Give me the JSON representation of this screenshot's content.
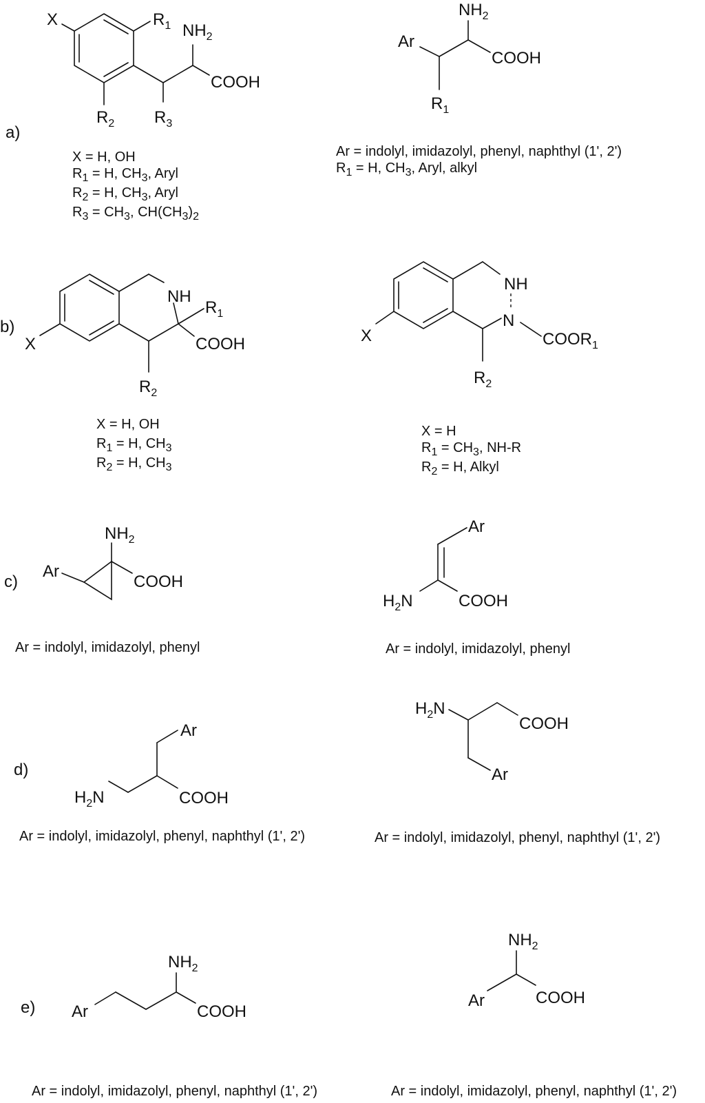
{
  "panel_labels": [
    "a)",
    "b)",
    "c)",
    "d)",
    "e)"
  ],
  "groups": {
    "x": "X",
    "r": "R",
    "nh": "NH",
    "n": "N",
    "h": "H",
    "ar": "Ar",
    "cooh": "COOH",
    "coor": "COOR",
    "sub1": "1",
    "sub2": "2",
    "sub3": "3"
  },
  "captions": {
    "a1_line1": "X = H, OH",
    "a1_line2_rest": " = H, CH",
    "a1_line2_end": ", Aryl",
    "a1_line3_rest": " = H, CH",
    "a1_line3_end": ", Aryl",
    "a1_line4_rest": " = CH",
    "a1_line4_mid": ", CH(CH",
    "a1_line4_end": ")",
    "a2_line1": "Ar = indolyl, imidazolyl, phenyl, naphthyl (1', 2')",
    "a2_line2_rest": " = H, CH",
    "a2_line2_end": ", Aryl, alkyl",
    "b1_line1": "X = H, OH",
    "b1_line2_rest": " = H, CH",
    "b1_line3_rest": " = H, CH",
    "b2_line1": "X = H",
    "b2_line2_rest": " = CH",
    "b2_line2_end": ", NH-R",
    "b2_line3_rest": " = H, Alkyl",
    "c1": "Ar = indolyl, imidazolyl, phenyl",
    "c2": "Ar = indolyl, imidazolyl, phenyl",
    "d1": "Ar = indolyl, imidazolyl, phenyl, naphthyl (1', 2')",
    "d2": "Ar = indolyl, imidazolyl, phenyl, naphthyl (1', 2')",
    "e1": "Ar = indolyl, imidazolyl, phenyl, naphthyl (1', 2')",
    "e2": "Ar = indolyl, imidazolyl, phenyl, naphthyl (1', 2')"
  }
}
